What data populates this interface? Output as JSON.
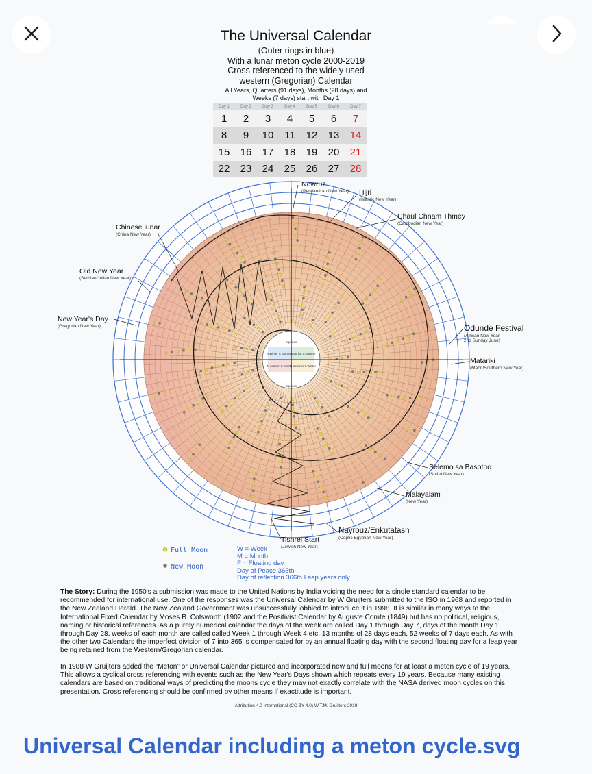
{
  "nav": {
    "close_icon": "close-icon",
    "prev_icon": "chevron-left-icon",
    "next_icon": "chevron-right-icon"
  },
  "document": {
    "title": "The Universal Calendar",
    "subtitle_lines": [
      "(Outer rings in blue)",
      "With a lunar meton cycle 2000-2019",
      "Cross referenced to the widely used",
      "western (Gregorian) Calendar"
    ],
    "intro_lines": [
      "All Years, Quarters (91 days), Months (28 days) and",
      "Weeks (7 days) start with Day 1"
    ],
    "calendar": {
      "headers": [
        "Day 1",
        "Day 2",
        "Day 3",
        "Day 4",
        "Day 5",
        "Day 6",
        "Day 7"
      ],
      "rows": [
        [
          "1",
          "2",
          "3",
          "4",
          "5",
          "6",
          "7"
        ],
        [
          "8",
          "9",
          "10",
          "11",
          "12",
          "13",
          "14"
        ],
        [
          "15",
          "16",
          "17",
          "18",
          "19",
          "20",
          "21"
        ],
        [
          "22",
          "23",
          "24",
          "25",
          "26",
          "27",
          "28"
        ]
      ],
      "highlight_color": "#e01b1b"
    },
    "center": {
      "equinox_top": "Equinox",
      "equinox_bottom": "Equinox",
      "q1": "N Winter S Summer",
      "q2": "N Spring S Autumn",
      "q3": "N Autumn S Spring",
      "q4": "N Summer S Winter"
    },
    "labels": {
      "nowruz": {
        "name": "Nowruz",
        "sub": "(Persian/Iran New Year)"
      },
      "hijri": {
        "name": "Hijri",
        "sub": "(Islamic New Year)"
      },
      "chaul": {
        "name": "Chaul Chnam Thmey",
        "sub": "(Cambodian New Year)"
      },
      "chinese": {
        "name": "Chinese lunar",
        "sub": "(China New Year)"
      },
      "oldny": {
        "name": "Old New Year",
        "sub": "(Serbian/Julian New Year)"
      },
      "newyears": {
        "name": "New Year's Day",
        "sub": "(Gregorian New Year)"
      },
      "odunde": {
        "name": "Odunde Festival",
        "sub1": "(African New Year",
        "sub2": "2nd Sunday June)"
      },
      "matariki": {
        "name": "Matariki",
        "sub": "(Maori/Southern New Year)"
      },
      "selemo": {
        "name": "Selemo sa Basotho",
        "sub": "(Sotho New Year)"
      },
      "malayalam": {
        "name": "Malayalam",
        "sub": "(New Year)"
      },
      "nayrouz": {
        "name": "Nayrouz/Enkutatash",
        "sub": "(Coptic Egyptian New Year)"
      },
      "tishrei": {
        "name": "Tishrei Start",
        "sub": "(Jewish New Year)"
      }
    },
    "legend": {
      "full_moon": "Full Moon",
      "new_moon": "New Moon",
      "key_lines": [
        "W = Week",
        "M = Month",
        "F = Floating day",
        "Day of Peace 365th",
        "Day of reflection 366th  Leap years only"
      ]
    },
    "story_label": "The Story:",
    "story_p1": " During the 1950's a submission was made to the United Nations by India voicing the need for a single standard calendar to be recommended for international use. One of the responses was the Universal Calendar by W Gruijters submitted to the ISO in 1968 and reported in the New Zealand Herald. The New Zealand Government was unsuccessfully lobbied to introduce it in 1998. It is similar in many ways to the International Fixed Calendar by Moses B. Cotsworth (1902 and the Positivist Calendar by Auguste Comte (1849) but has no political, religious, naming or historical references. As a purely numerical calendar the days of the week are called Day 1 through Day 7, days of the month Day 1 through Day 28, weeks of each month are called called Week 1 through Week 4 etc. 13 months of 28 days each, 52 weeks of 7 days each. As with the other two Calendars the imperfect division of 7 into 365 is compensated for by an annual floating day with the second floating day for a leap year being retained from the Western/Gregorian calendar.",
    "story_p2": "In 1988 W Gruijters added the “Meton” or Universal Calendar pictured and incorporated new and full moons for at least a meton cycle of 19 years. This allows a cyclical cross referencing with events such as the New Year's Days shown which repeats every 19 years. Because many existing calendars are based on traditional ways of predicting the moons cycle they may not exactly correlate with the NASA derived moon cycles on this presentation. Cross referencing should be confirmed by other means if exactitude is important.",
    "attribution": "Attribution 4.0 International (CC BY 4.0) W.T.M. Gruijters 2019"
  },
  "caption": "Universal Calendar including a meton cycle.svg",
  "colors": {
    "accent": "#3366cc",
    "ring_blue": "#3d6fd0",
    "full_moon": "#e8e030",
    "new_moon": "#777777"
  }
}
